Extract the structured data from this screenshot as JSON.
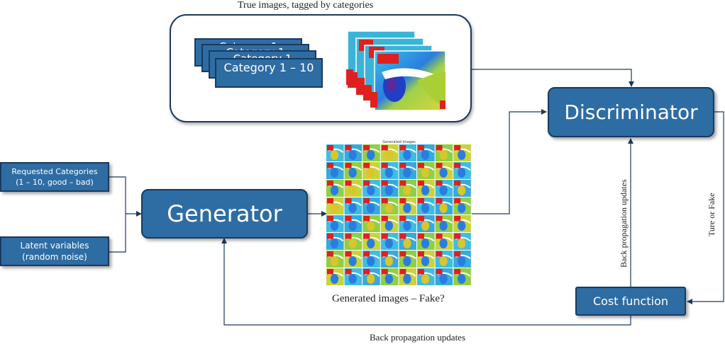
{
  "true_images": {
    "title": "True images, tagged by categories",
    "card_labels": [
      "Category 1",
      "Category 1",
      "Category 1",
      "Category 1 – 10"
    ]
  },
  "discriminator": {
    "label": "Discriminator"
  },
  "generator": {
    "label": "Generator"
  },
  "inputs": {
    "categories_line1": "Requested Categories",
    "categories_line2": "(1 – 10, good – bad)",
    "latent_line1": "Latent variables",
    "latent_line2": "(random noise)"
  },
  "generated": {
    "caption": "Generated images – Fake?",
    "grid_title": "Generated Images"
  },
  "cost": {
    "label": "Cost function"
  },
  "edges": {
    "backprop_bottom": "Back propagation updates",
    "backprop_vertical": "Back propagation updates",
    "true_or_fake": "Ture or Fake"
  },
  "colors": {
    "box_fill": "#2e6ca4",
    "box_border": "#1b3a5c",
    "arrow": "#1b3a5c"
  }
}
